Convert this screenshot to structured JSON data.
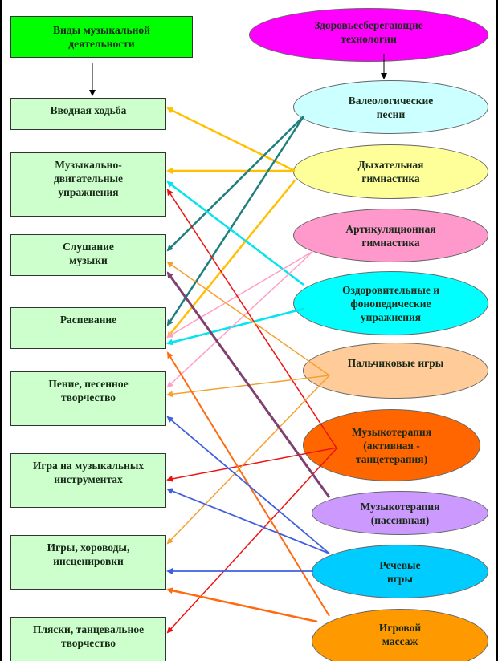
{
  "activities": {
    "header": "Виды музыкальной\nдеятельности",
    "items": [
      "Вводная ходьба",
      "Музыкально-\nдвигательные\nупражнения",
      "Слушание\nмузыки",
      "Распевание",
      "Пение, песенное\nтворчество",
      "Игра на музыкальных\nинструментах",
      "Игры, хороводы,\nинсценировки",
      "Пляски, танцевальное\nтворчество"
    ]
  },
  "technologies": {
    "header": "Здоровьесберегающие\nтехнологии",
    "items": [
      "Валеологические\nпесни",
      "Дыхательная\nгимнастика",
      "Артикуляционная\nгимнастика",
      "Оздоровительные и\nфонопедические\nупражнения",
      "Пальчиковые игры",
      "Музыкотерапия\n(активная -\nтанцетерапия)",
      "Музыкотерапия\n(пассивная)",
      "Речевые\nигры",
      "Игровой\nмассаж"
    ]
  },
  "colors": {
    "activity_fill": "#ccffcc",
    "header_fill": "#00ff00",
    "tech_header_fill": "#ff00ff",
    "tech_fills": [
      "#ccffff",
      "#ffff99",
      "#ff99cc",
      "#00ffff",
      "#ffcc99",
      "#ff6600",
      "#cc99ff",
      "#00ccff",
      "#ff9900"
    ]
  }
}
